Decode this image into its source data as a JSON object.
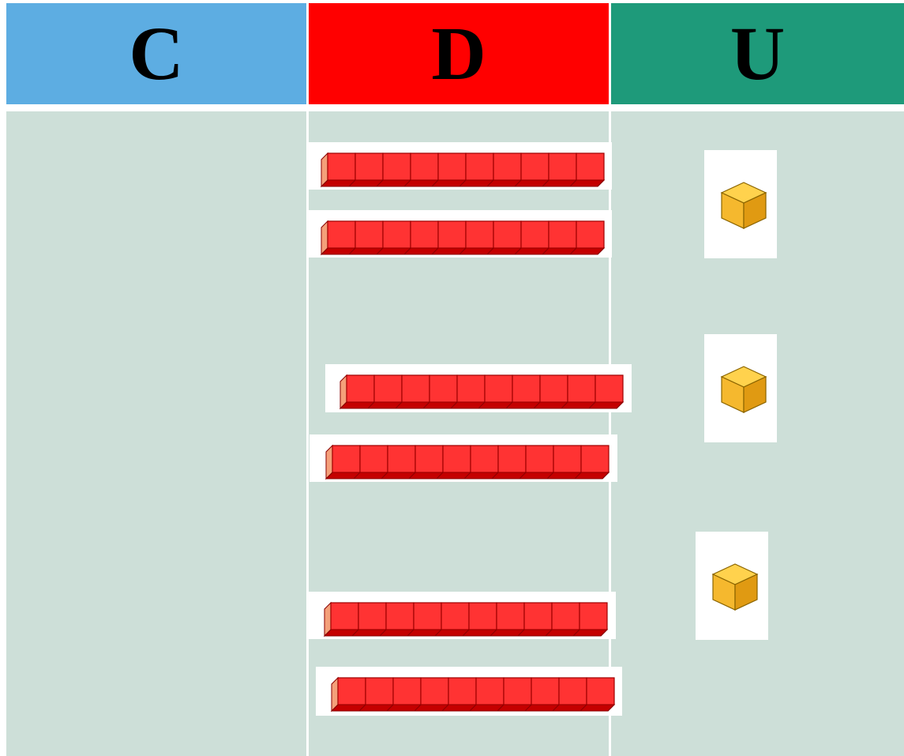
{
  "headers": {
    "c": {
      "label": "C",
      "color": "#5dade2"
    },
    "d": {
      "label": "D",
      "color": "#ff0000"
    },
    "u": {
      "label": "U",
      "color": "#1e9a7a"
    }
  },
  "columns": {
    "c": {
      "count": 0
    },
    "d": {
      "count": 6
    },
    "u": {
      "count": 3
    }
  },
  "colors": {
    "column_bg": "#cddfd8",
    "rod_face": "#ff3333",
    "rod_edge": "#c40000",
    "rod_cap": "#f4a07a",
    "cube_top": "#ffd24d",
    "cube_left": "#f5b82e",
    "cube_right": "#e09a12"
  }
}
